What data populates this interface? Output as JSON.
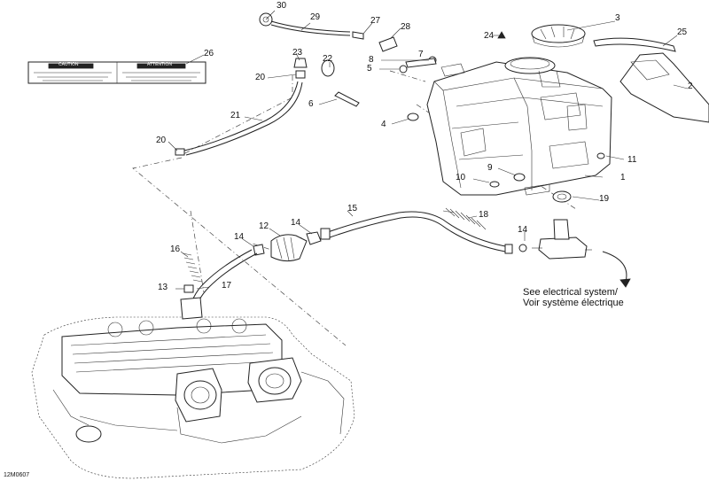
{
  "diagram": {
    "callouts": [
      "1",
      "2",
      "3",
      "4",
      "5",
      "6",
      "7",
      "8",
      "9",
      "10",
      "11",
      "12",
      "13",
      "14",
      "15",
      "16",
      "17",
      "18",
      "19",
      "20",
      "21",
      "22",
      "23",
      "24",
      "25",
      "26",
      "27",
      "28",
      "29",
      "30"
    ],
    "note": {
      "line1": "See electrical system/",
      "line2": "Voir système électrique"
    },
    "drawing_code": "12M0607",
    "label_plate": {
      "left_title": "CAUTION",
      "right_title": "ATTENTION"
    }
  },
  "colors": {
    "line": "#222222",
    "background": "#ffffff"
  }
}
